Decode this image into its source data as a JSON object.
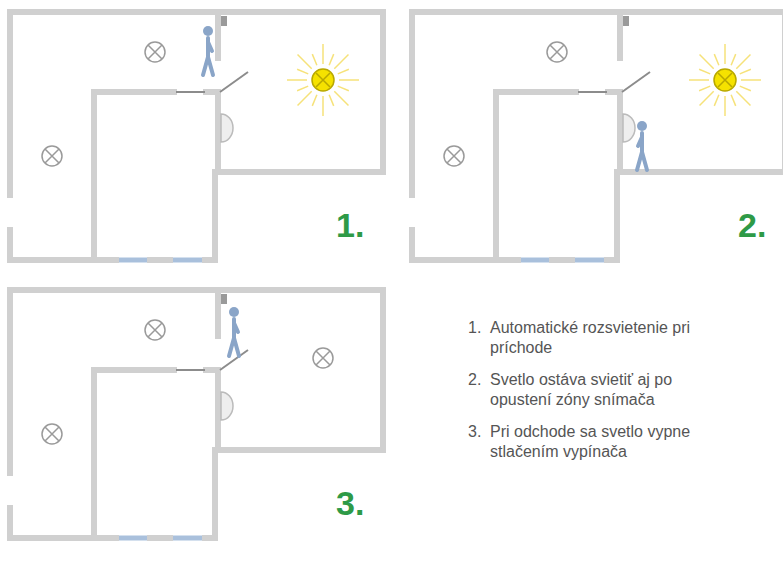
{
  "diagram": {
    "labels": [
      "1.",
      "2.",
      "3.",
      "1.",
      "Automatické rozsvietenie pri príchode",
      "2.",
      "Svetlo ostáva svietiť aj po opustení zóny snímača",
      "3.",
      "Pri odchode sa svetlo vypne stlačením vypínača"
    ]
  }
}
